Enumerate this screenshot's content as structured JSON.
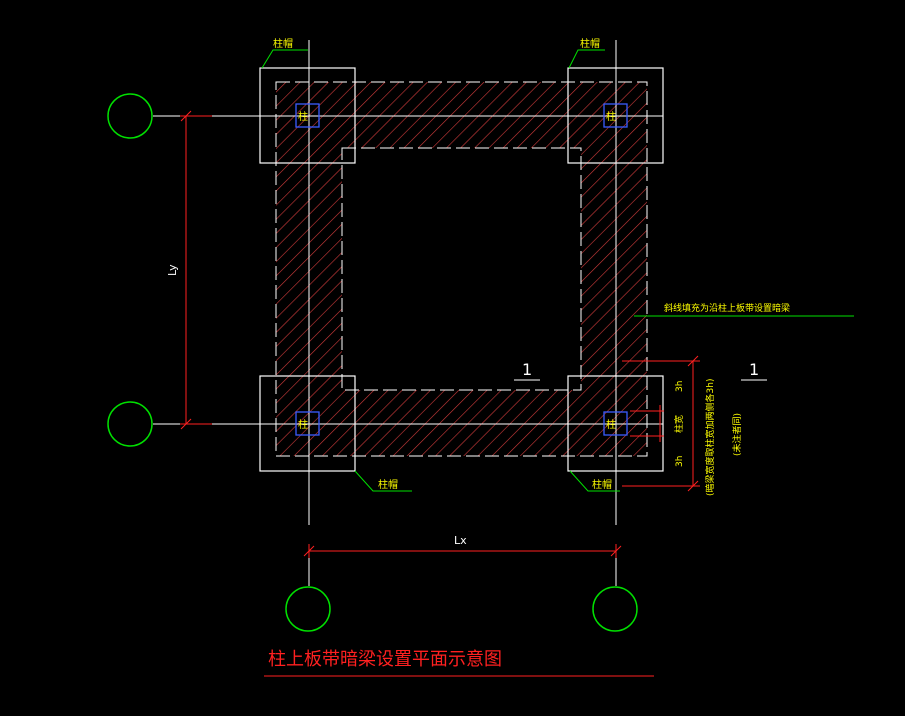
{
  "title": "柱上板带暗梁设置平面示意图",
  "labels": {
    "cap_top_left": "柱帽",
    "cap_top_right": "柱帽",
    "cap_bottom_left": "柱帽",
    "cap_bottom_right": "柱帽",
    "col": "柱",
    "hatch_note": "斜线填充为沿柱上板带设置暗梁",
    "section_mark_1": "1",
    "section_mark_2": "1",
    "ly": "Ly",
    "lx": "Lx",
    "dim_3h_top": "3h",
    "dim_3h_bottom": "3h",
    "dim_col_width": "柱宽",
    "note_beam_width": "(暗梁宽度取柱宽加两侧各3h)",
    "note_hidden": "(未注者同)"
  },
  "colors": {
    "background": "#000000",
    "axis_line": "#ffffff",
    "cap_outline": "#ffffff",
    "hatch": "#d23c3c",
    "column": "#3a5cff",
    "grid_bubble": "#00e000",
    "dimension": "#ff2020",
    "leader": "#00e000",
    "text_yellow": "#ffff00",
    "title": "#ff2020"
  }
}
